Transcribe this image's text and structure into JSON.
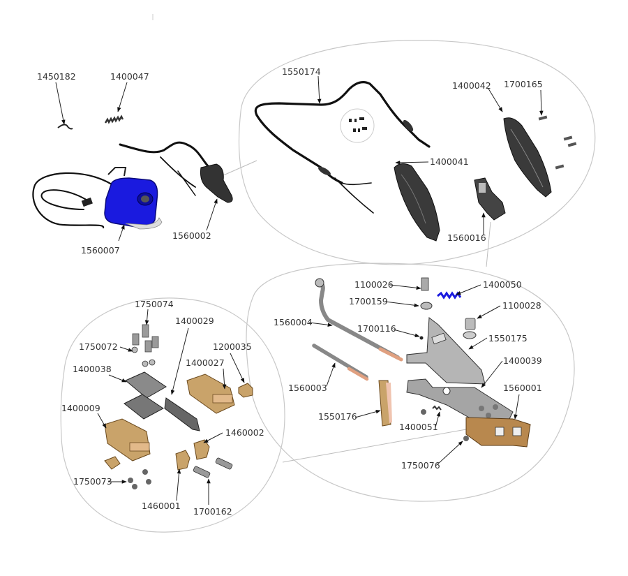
{
  "diagram": {
    "title": "Exploded parts diagram",
    "groups": [
      {
        "id": "loose-parts",
        "parts": [
          {
            "part_no": "1450182",
            "description": "clip"
          },
          {
            "part_no": "1400047",
            "description": "spring strip"
          },
          {
            "part_no": "1560007",
            "description": "base unit (blue)"
          },
          {
            "part_no": "1560002",
            "description": "handle/cable assembly"
          }
        ]
      },
      {
        "id": "handle-detail",
        "parts": [
          {
            "part_no": "1550174",
            "description": "cable"
          },
          {
            "part_no": "1400042",
            "description": "handle shell right"
          },
          {
            "part_no": "1700165",
            "description": "screw"
          },
          {
            "part_no": "1400041",
            "description": "handle shell left"
          },
          {
            "part_no": "1560016",
            "description": "trigger switch"
          }
        ]
      },
      {
        "id": "contact-detail",
        "parts": [
          {
            "part_no": "1750074",
            "description": "bolt"
          },
          {
            "part_no": "1400029",
            "description": "insulator plate"
          },
          {
            "part_no": "1750072",
            "description": "washer"
          },
          {
            "part_no": "1200035",
            "description": "block"
          },
          {
            "part_no": "1400038",
            "description": "plate"
          },
          {
            "part_no": "1400027",
            "description": "contact jaw"
          },
          {
            "part_no": "1400009",
            "description": "contact jaw"
          },
          {
            "part_no": "1460002",
            "description": "nut block"
          },
          {
            "part_no": "1750073",
            "description": "nut"
          },
          {
            "part_no": "1460001",
            "description": "nut block"
          },
          {
            "part_no": "1700162",
            "description": "screw"
          }
        ]
      },
      {
        "id": "bracket-detail",
        "parts": [
          {
            "part_no": "1100026",
            "description": "stud"
          },
          {
            "part_no": "1400050",
            "description": "spring (blue)"
          },
          {
            "part_no": "1700159",
            "description": "washer"
          },
          {
            "part_no": "1100028",
            "description": "bolt"
          },
          {
            "part_no": "1560004",
            "description": "lead with lug"
          },
          {
            "part_no": "1700116",
            "description": "pin"
          },
          {
            "part_no": "1550175",
            "description": "bracket"
          },
          {
            "part_no": "1400039",
            "description": "base plate"
          },
          {
            "part_no": "1560003",
            "description": "lead"
          },
          {
            "part_no": "1560001",
            "description": "jaw assembly"
          },
          {
            "part_no": "1550176",
            "description": "link bar"
          },
          {
            "part_no": "1400051",
            "description": "spring"
          },
          {
            "part_no": "1750076",
            "description": "nut"
          }
        ]
      }
    ],
    "colors": {
      "highlight_blue": "#1a1adf",
      "bronze": "#c9a36a",
      "steel": "#9a9a9a",
      "dark": "#2a2a2a"
    },
    "labels": {
      "l1450182": "1450182",
      "l1400047": "1400047",
      "l1560007": "1560007",
      "l1560002": "1560002",
      "l1550174": "1550174",
      "l1400042": "1400042",
      "l1700165": "1700165",
      "l1400041": "1400041",
      "l1560016": "1560016",
      "l1750074": "1750074",
      "l1400029": "1400029",
      "l1750072": "1750072",
      "l1200035": "1200035",
      "l1400038": "1400038",
      "l1400027": "1400027",
      "l1400009": "1400009",
      "l1460002": "1460002",
      "l1750073": "1750073",
      "l1460001": "1460001",
      "l1700162": "1700162",
      "l1100026": "1100026",
      "l1400050": "1400050",
      "l1700159": "1700159",
      "l1100028": "1100028",
      "l1560004": "1560004",
      "l1700116": "1700116",
      "l1550175": "1550175",
      "l1400039": "1400039",
      "l1560003": "1560003",
      "l1560001": "1560001",
      "l1550176": "1550176",
      "l1400051": "1400051",
      "l1750076": "1750076"
    }
  }
}
